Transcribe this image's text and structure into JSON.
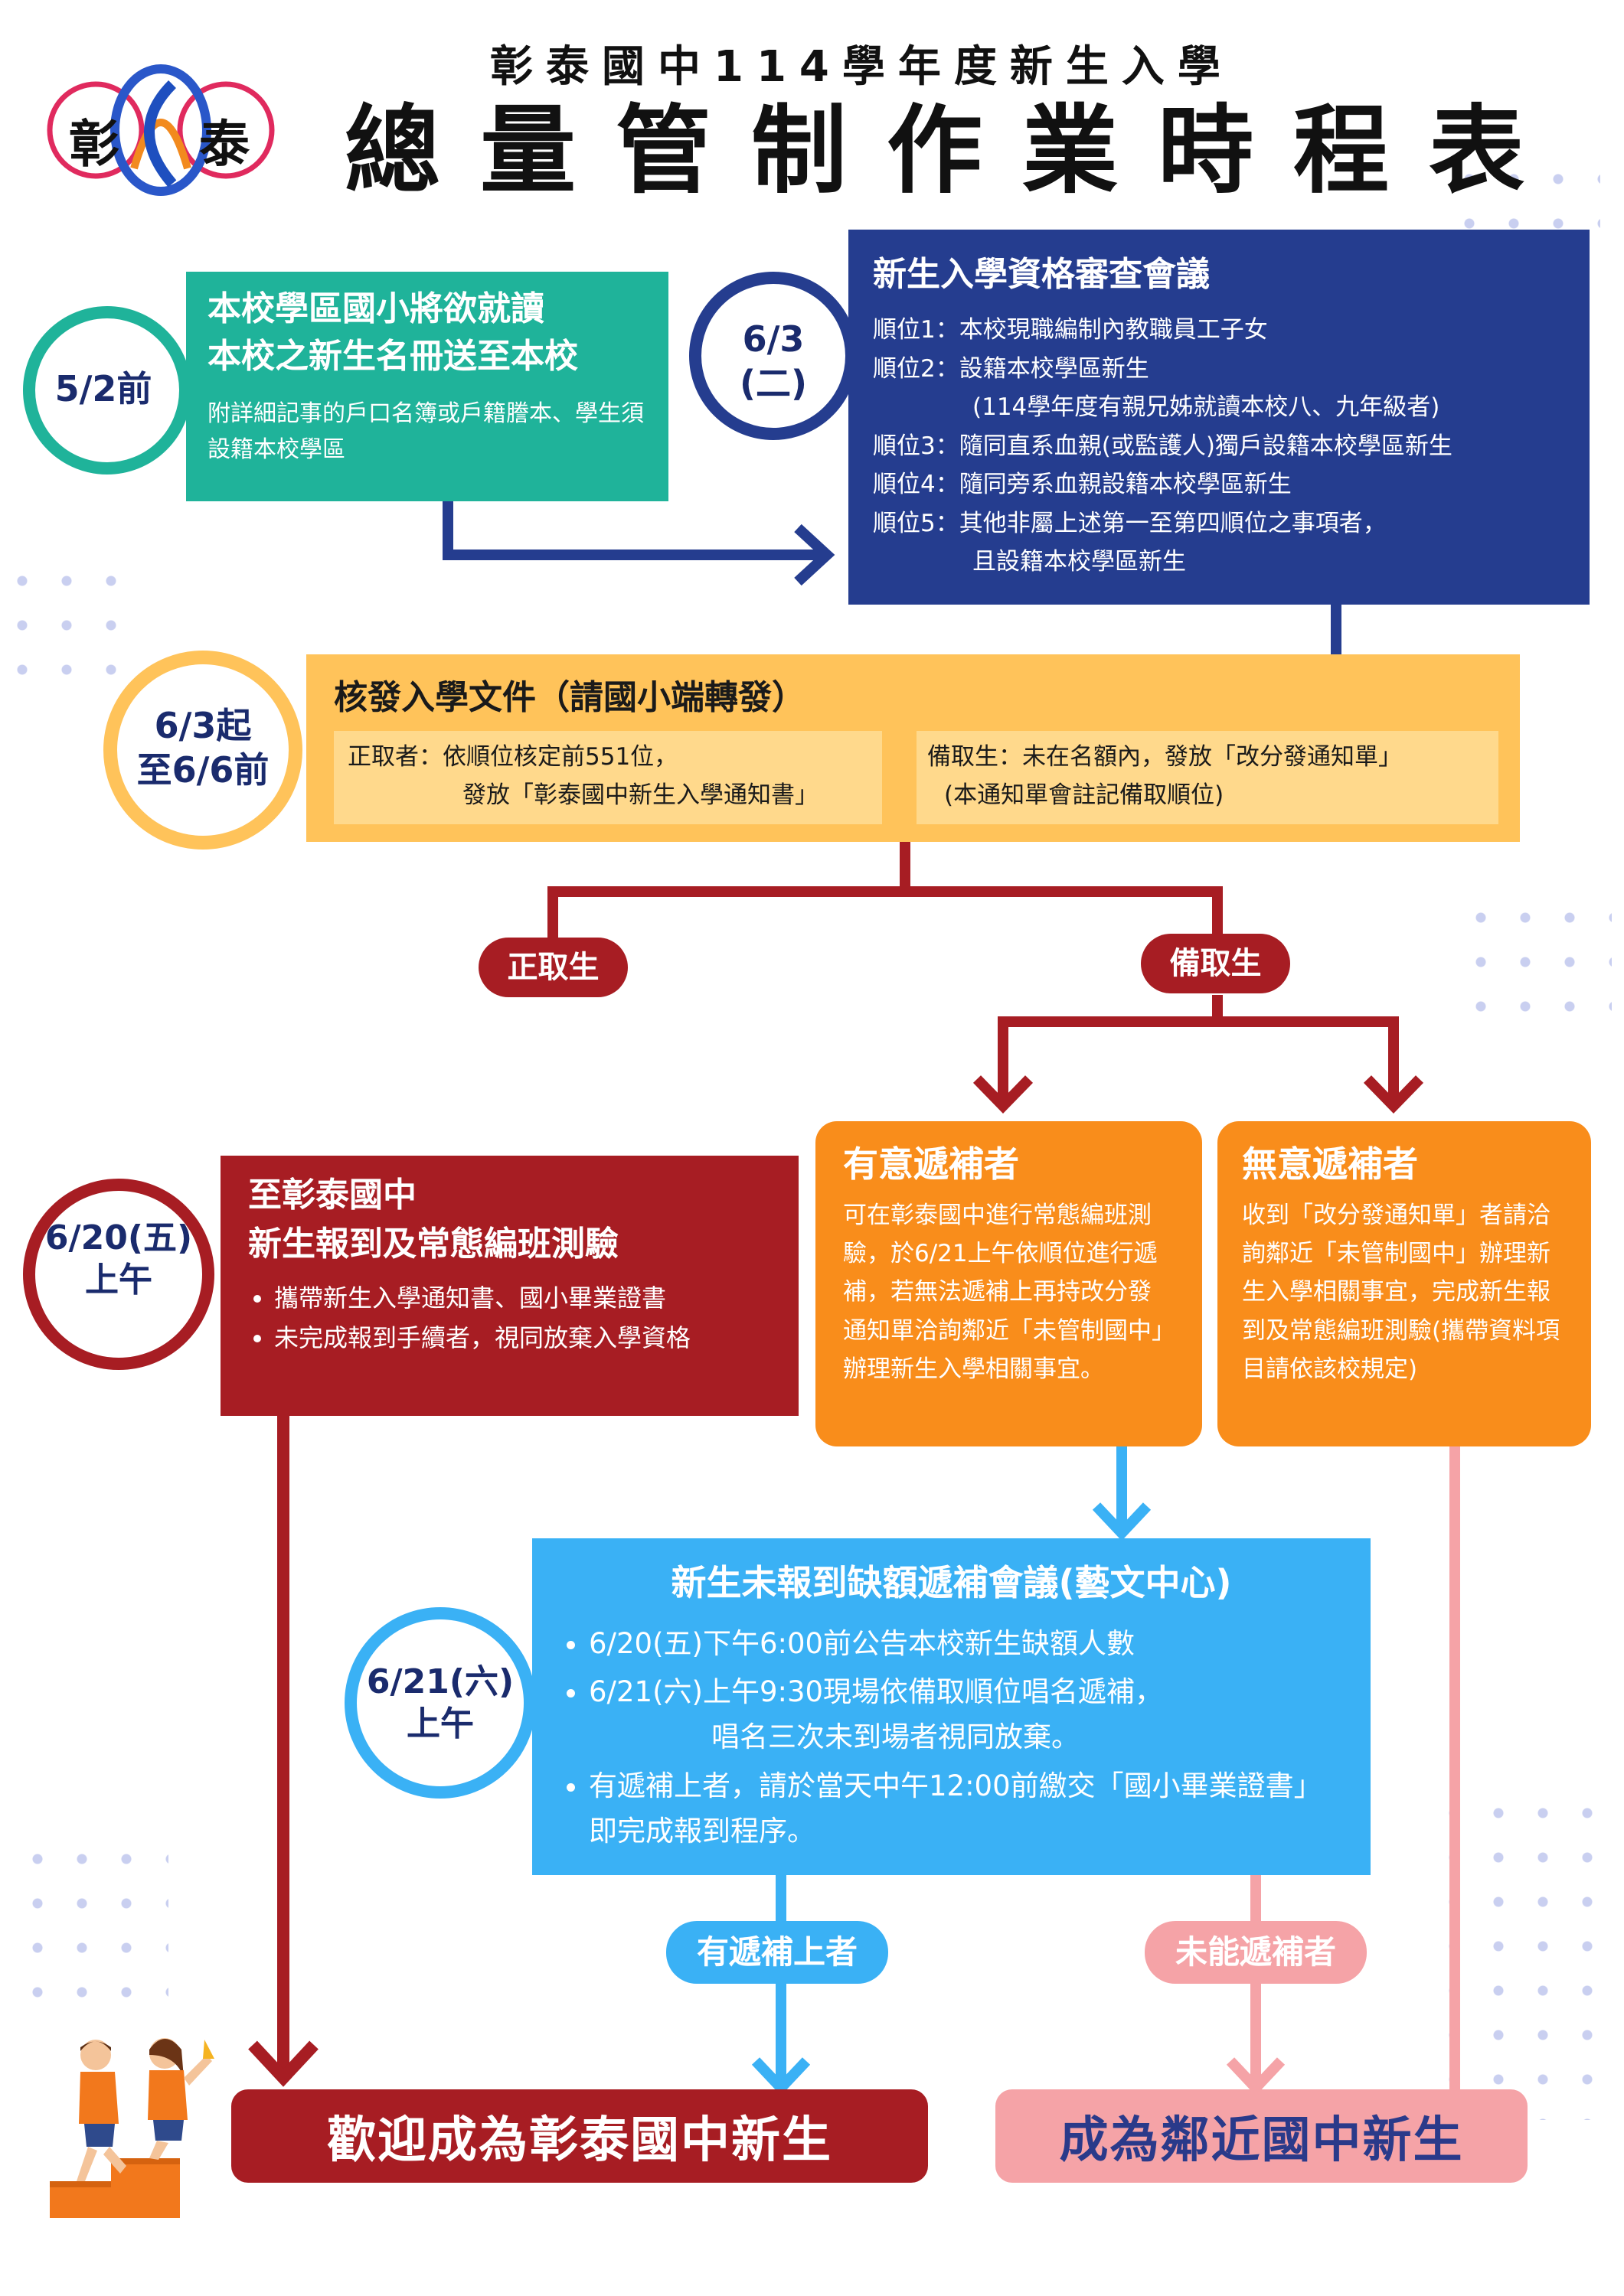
{
  "header": {
    "school_logo": {
      "left_char": "彰",
      "right_char": "泰"
    },
    "subtitle": "彰泰國中114學年度新生入學",
    "title": "總量管制作業時程表"
  },
  "step_roster": {
    "date": "5/2前",
    "title_line1": "本校學區國小將欲就讀",
    "title_line2": "本校之新生名冊送至本校",
    "note": "附詳細記事的戶口名簿或戶籍謄本、學生須設籍本校學區"
  },
  "step_review": {
    "date_line1": "6/3",
    "date_line2": "(二)",
    "title": "新生入學資格審查會議",
    "priorities": [
      "順位1：本校現職編制內教職員工子女",
      "順位2：設籍本校學區新生",
      "(114學年度有親兄姊就讀本校八、九年級者)",
      "順位3：隨同直系血親(或監護人)獨戶設籍本校學區新生",
      "順位4：隨同旁系血親設籍本校學區新生",
      "順位5：其他非屬上述第一至第四順位之事項者，",
      "且設籍本校學區新生"
    ]
  },
  "step_docs": {
    "date_line1": "6/3起",
    "date_line2": "至6/6前",
    "title": "核發入學文件（請國小端轉發）",
    "admitted_line1": "正取者：依順位核定前551位，",
    "admitted_line2": "發放「彰泰國中新生入學通知書」",
    "waitlist_line1": "備取生：未在名額內，發放「改分發通知單」",
    "waitlist_line2": "(本通知單會註記備取順位)"
  },
  "branch_labels": {
    "admitted": "正取生",
    "waitlist": "備取生",
    "filled": "有遞補上者",
    "not_filled": "未能遞補者"
  },
  "step_register": {
    "date_line1": "6/20(五)",
    "date_line2": "上午",
    "title_line1": "至彰泰國中",
    "title_line2": "新生報到及常態編班測驗",
    "bullets": [
      "攜帶新生入學通知書、國小畢業證書",
      "未完成報到手續者，視同放棄入學資格"
    ]
  },
  "step_willing": {
    "title": "有意遞補者",
    "body": "可在彰泰國中進行常態編班測驗，於6/21上午依順位進行遞補，若無法遞補上再持改分發通知單洽詢鄰近「未管制國中」辦理新生入學相關事宜。"
  },
  "step_unwilling": {
    "title": "無意遞補者",
    "body": "收到「改分發通知單」者請洽詢鄰近「未管制國中」辦理新生入學相關事宜，完成新生報到及常態編班測驗(攜帶資料項目請依該校規定)"
  },
  "step_meeting": {
    "date_line1": "6/21(六)",
    "date_line2": "上午",
    "title": "新生未報到缺額遞補會議(藝文中心)",
    "bullet1": "6/20(五)下午6:00前公告本校新生缺額人數",
    "bullet2_line1": "6/21(六)上午9:30現場依備取順位唱名遞補，",
    "bullet2_line2": "唱名三次未到場者視同放棄。",
    "bullet3": "有遞補上者，請於當天中午12:00前繳交「國小畢業證書」即完成報到程序。"
  },
  "outcomes": {
    "welcome": "歡迎成為彰泰國中新生",
    "neighbor": "成為鄰近國中新生"
  },
  "colors": {
    "teal": "#1fb39a",
    "navy": "#253d8f",
    "yellow": "#ffc35a",
    "crimson": "#a71d23",
    "orange": "#f98d1b",
    "sky": "#3ab1f5",
    "pink": "#f5a3a7"
  },
  "icons": [
    "school-logo-icon",
    "runners-illustration-icon"
  ]
}
